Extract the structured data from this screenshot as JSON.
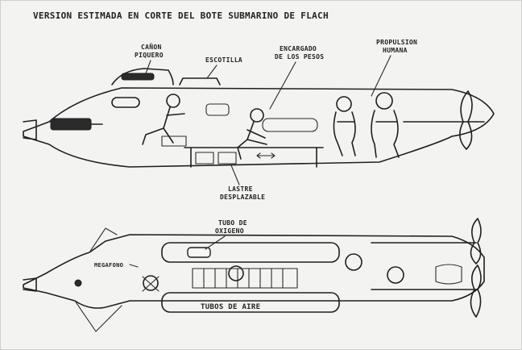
{
  "title": "VERSION ESTIMADA EN CORTE DEL BOTE SUBMARINO DE FLACH",
  "side_view": {
    "labels": {
      "canon_line1": "CAÑON",
      "canon_line2": "PIQUERO",
      "escotilla": "ESCOTILLA",
      "encargado_line1": "ENCARGADO",
      "encargado_line2": "DE LOS PESOS",
      "propulsion_line1": "PROPULSION",
      "propulsion_line2": "HUMANA",
      "lastre_line1": "LASTRE",
      "lastre_line2": "DESPLAZABLE"
    }
  },
  "top_view": {
    "labels": {
      "tubo_line1": "TUBO DE",
      "tubo_line2": "OXIGENO",
      "megafono": "MEGAFONO",
      "tubos_de_aire": "TUBOS DE AIRE"
    }
  }
}
